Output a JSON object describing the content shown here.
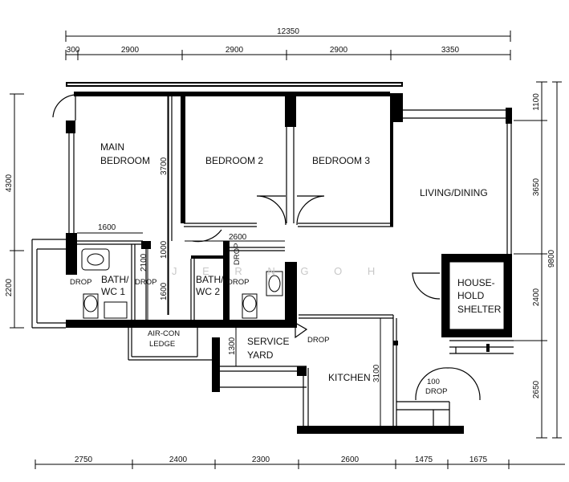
{
  "dimensions": {
    "top_total": "12350",
    "top": [
      "300",
      "2900",
      "2900",
      "2900",
      "3350"
    ],
    "bottom": [
      "2750",
      "2400",
      "2300",
      "2600",
      "1475",
      "1675"
    ],
    "left": [
      "4300",
      "2200"
    ],
    "right_outer": "9800",
    "right_inner": [
      "1100",
      "3650",
      "2400",
      "2650"
    ],
    "interior": {
      "d1600": "1600",
      "d2600": "2600",
      "d3700": "3700",
      "d1000": "1000",
      "d2100": "2100",
      "d1600v": "1600",
      "d1300": "1300",
      "d3100": "3100",
      "d100": "100"
    }
  },
  "rooms": {
    "main_bedroom": [
      "MAIN",
      "BEDROOM"
    ],
    "bedroom2": "BEDROOM 2",
    "bedroom3": "BEDROOM 3",
    "living": "LIVING/DINING",
    "shelter": [
      "HOUSE-",
      "HOLD",
      "SHELTER"
    ],
    "bath1": [
      "BATH/",
      "WC 1"
    ],
    "bath2": [
      "BATH/",
      "WC 2"
    ],
    "service": [
      "SERVICE",
      "YARD"
    ],
    "kitchen": "KITCHEN",
    "aircon": [
      "AIR-CON",
      "LEDGE"
    ]
  },
  "labels": {
    "drop": "DROP"
  },
  "watermark": "J E R N G O H"
}
